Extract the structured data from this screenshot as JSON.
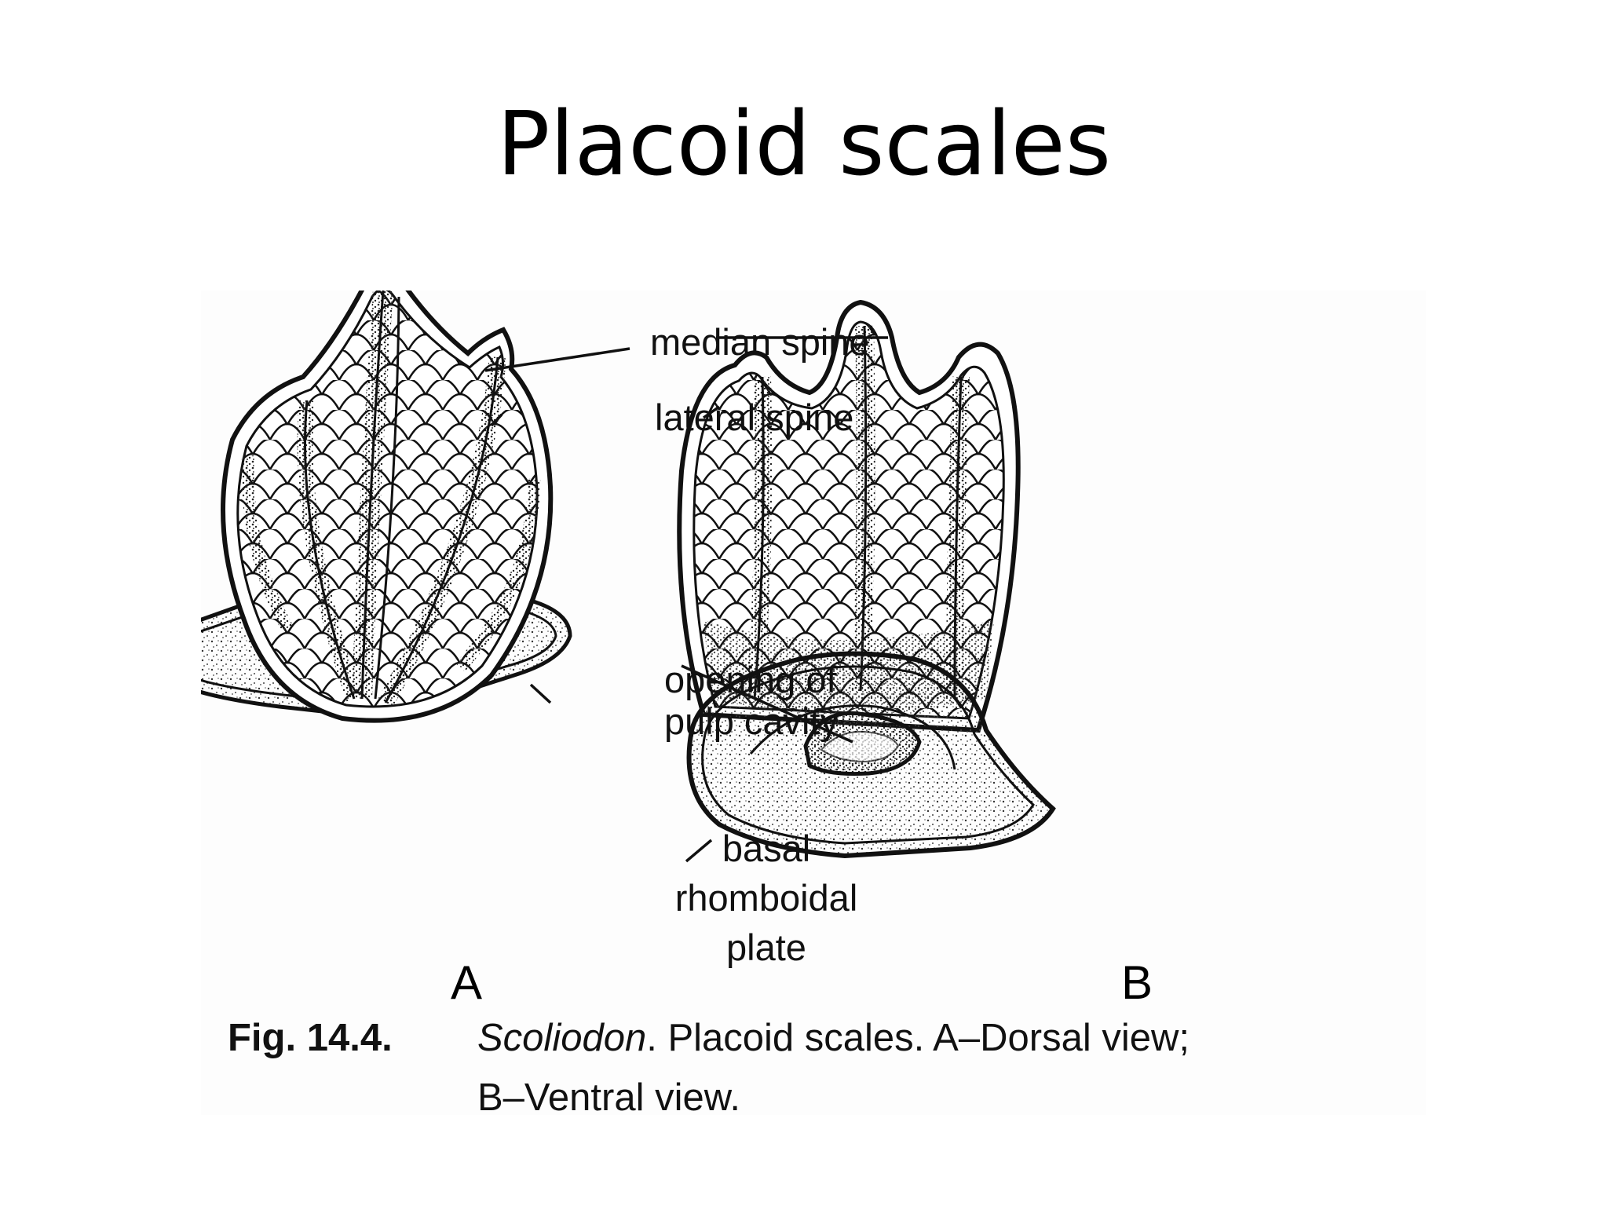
{
  "title": "Placoid scales",
  "labels": {
    "median_spine": "median spine",
    "lateral_spine": "lateral spine",
    "opening_line1": "opening of",
    "opening_line2": "pulp cavity",
    "basal_line1": "basal",
    "basal_line2": "rhomboidal",
    "basal_line3": "plate"
  },
  "views": {
    "a": "A",
    "b": "B"
  },
  "caption": {
    "fig_number": "Fig. 14.4.",
    "genus": "Scoliodon",
    "line1_rest": ". Placoid scales. A–Dorsal view;",
    "line2": "B–Ventral  view."
  },
  "icons": {
    "scale_a": "placoid-scale-dorsal-drawing",
    "scale_b": "placoid-scale-ventral-drawing"
  }
}
